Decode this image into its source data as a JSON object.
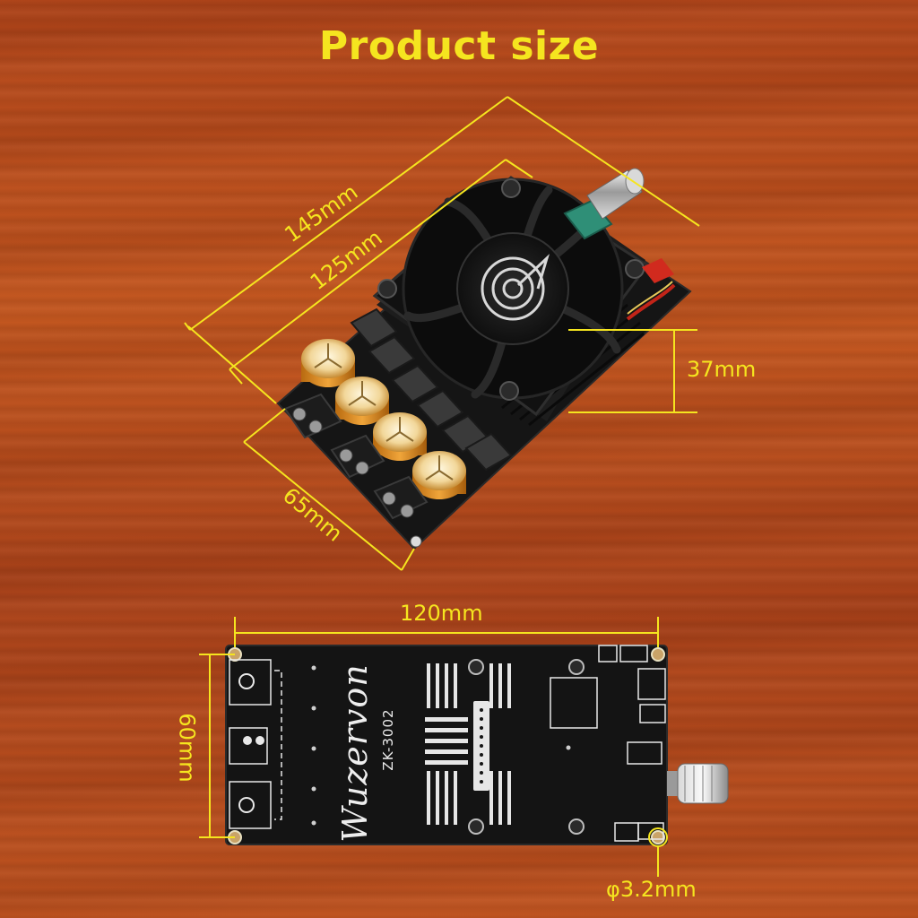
{
  "title": "Product size",
  "dimensions": {
    "length_outer": "145mm",
    "length_inner": "125mm",
    "height": "37mm",
    "width_top": "65mm",
    "length_bottom": "120mm",
    "width_bottom": "60mm",
    "hole_diameter": "φ3.2mm"
  },
  "board": {
    "brand": "Wuzervon",
    "model": "ZK-3002"
  },
  "colors": {
    "dimension_text": "#f5e51f",
    "dimension_line": "#f5e51f",
    "pcb": "#141414",
    "capacitor": "#e8921e",
    "wood": "#b84a1c"
  }
}
